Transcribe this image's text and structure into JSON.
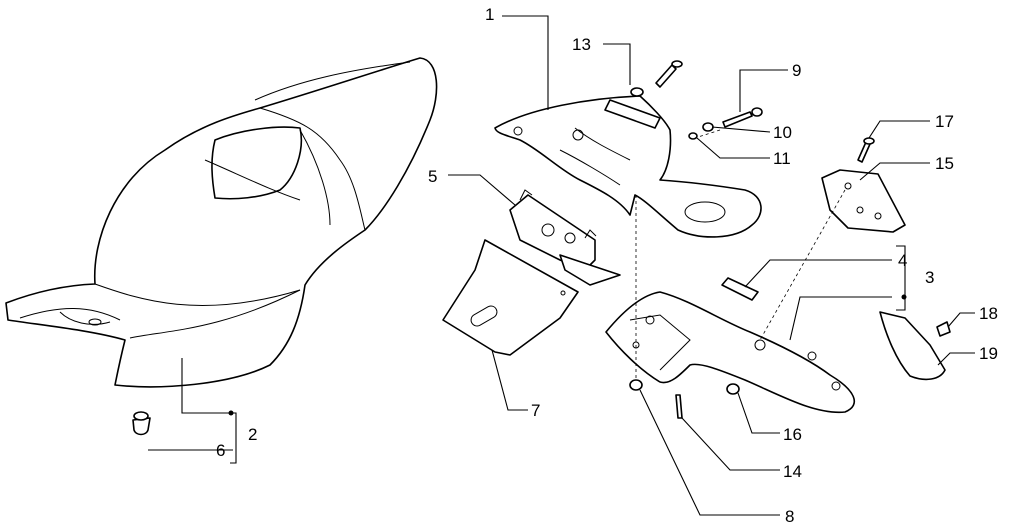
{
  "callouts": [
    {
      "id": "1",
      "label": "1"
    },
    {
      "id": "2",
      "label": "2"
    },
    {
      "id": "3",
      "label": "3"
    },
    {
      "id": "4",
      "label": "4"
    },
    {
      "id": "5",
      "label": "5"
    },
    {
      "id": "6",
      "label": "6"
    },
    {
      "id": "7",
      "label": "7"
    },
    {
      "id": "8",
      "label": "8"
    },
    {
      "id": "9",
      "label": "9"
    },
    {
      "id": "10",
      "label": "10"
    },
    {
      "id": "11",
      "label": "11"
    },
    {
      "id": "13",
      "label": "13"
    },
    {
      "id": "14",
      "label": "14"
    },
    {
      "id": "15",
      "label": "15"
    },
    {
      "id": "16",
      "label": "16"
    },
    {
      "id": "17",
      "label": "17"
    },
    {
      "id": "18",
      "label": "18"
    },
    {
      "id": "19",
      "label": "19"
    }
  ]
}
